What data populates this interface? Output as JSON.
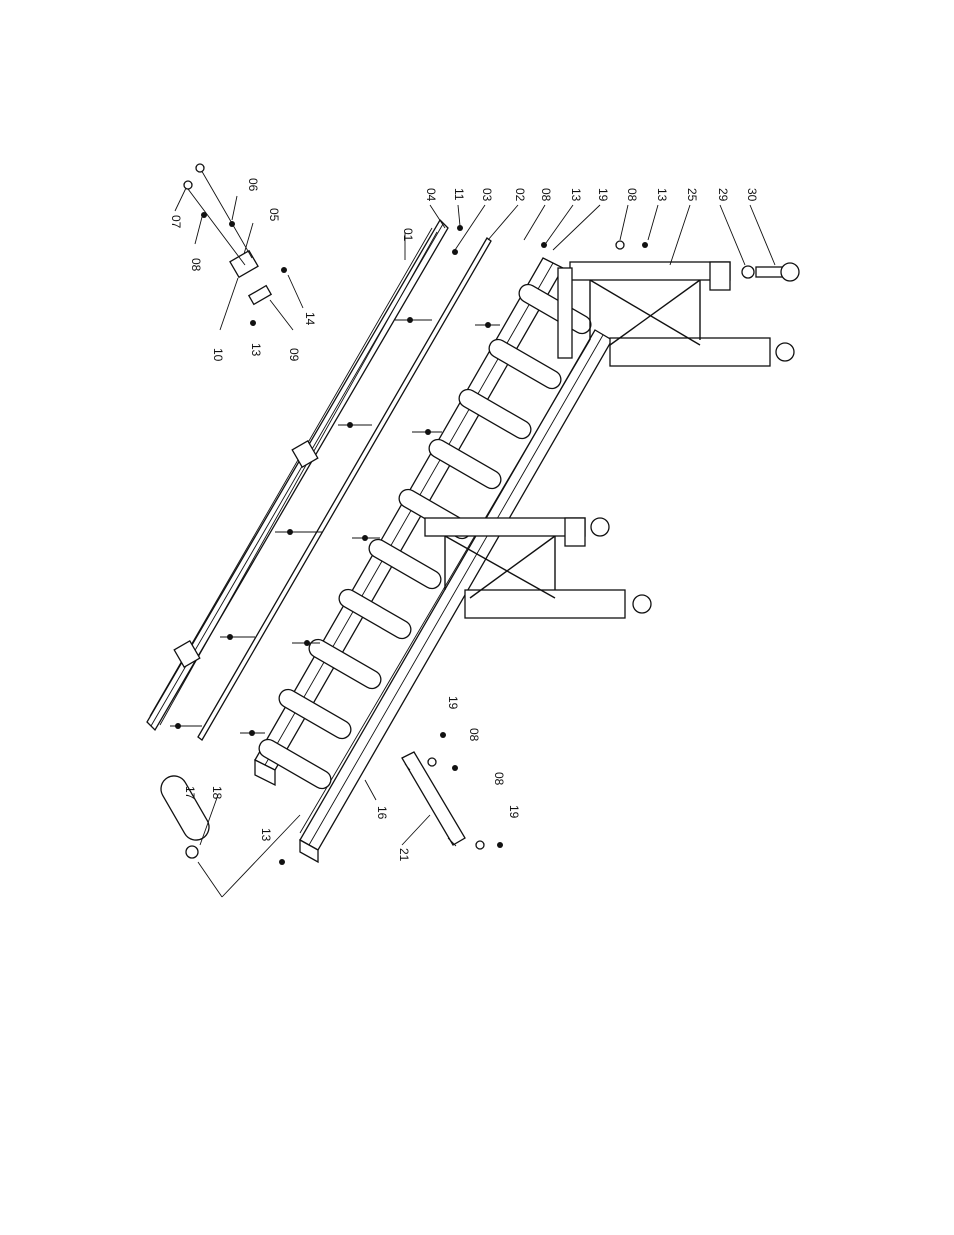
{
  "diagram": {
    "part_labels": {
      "p01": "01",
      "p02": "02",
      "p03": "03",
      "p04": "04",
      "p05": "05",
      "p06": "06",
      "p07": "07",
      "p08a": "08",
      "p08b": "08",
      "p08c": "08",
      "p08d": "08",
      "p08e": "08",
      "p09": "09",
      "p10": "10",
      "p11": "11",
      "p13a": "13",
      "p13b": "13",
      "p13c": "13",
      "p13d": "13",
      "p14": "14",
      "p16": "16",
      "p17": "17",
      "p18": "18",
      "p19a": "19",
      "p19b": "19",
      "p19c": "19",
      "p21": "21",
      "p25": "25",
      "p29": "29",
      "p30": "30"
    }
  }
}
